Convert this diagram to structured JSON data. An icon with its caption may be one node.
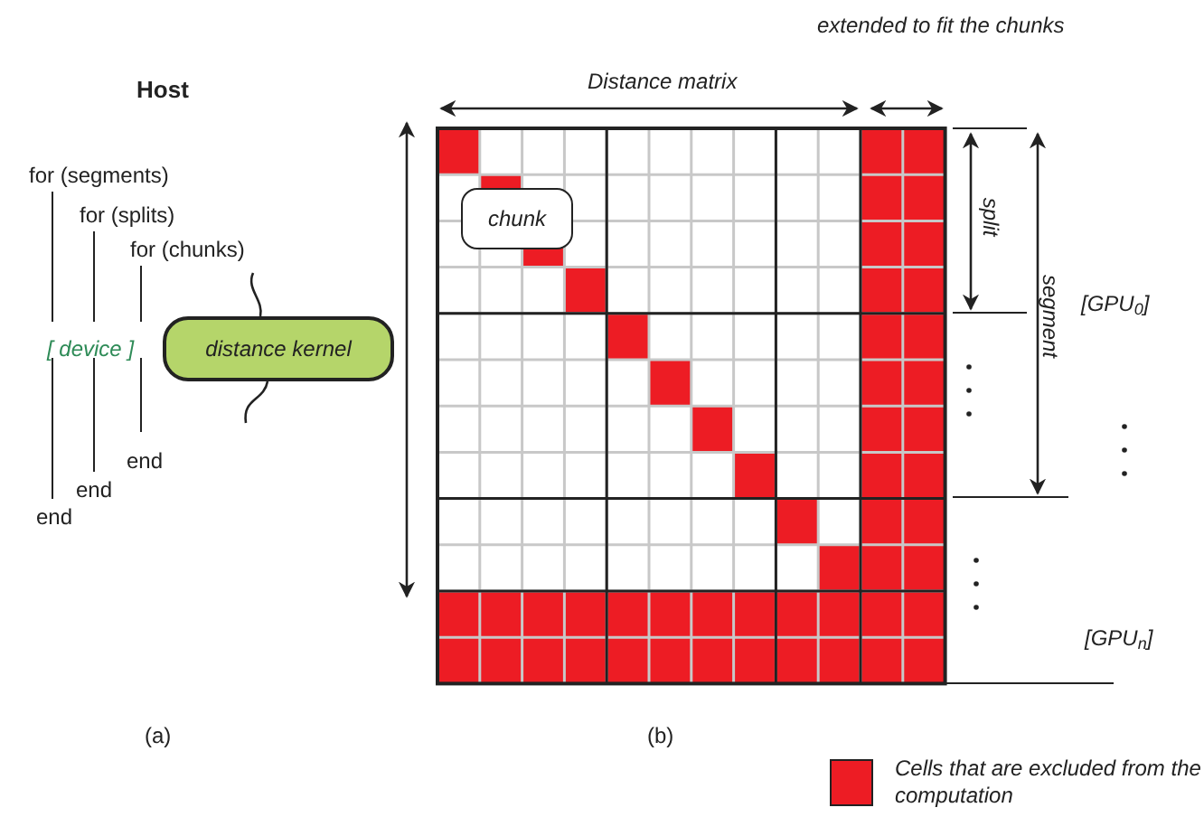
{
  "diagram": {
    "nodes": [
      {
        "text": [
          "distance kernel"
        ]
      },
      {
        "text": [
          "chunk"
        ]
      }
    ],
    "labels": [
      "Host",
      "for (segments)",
      "for (splits)",
      "for (chunks)",
      "[ device ]",
      "end",
      "end",
      "end",
      "(a)",
      "Distance matrix",
      "extended to fit the chunks",
      "split",
      "segment",
      "[GPU$_{0}$]",
      "[GPU$_{n}$]",
      "(b)"
    ],
    "legend": [
      {
        "text": "Cells that are excluded from the computation",
        "color": "#ed1c24"
      }
    ]
  }
}
